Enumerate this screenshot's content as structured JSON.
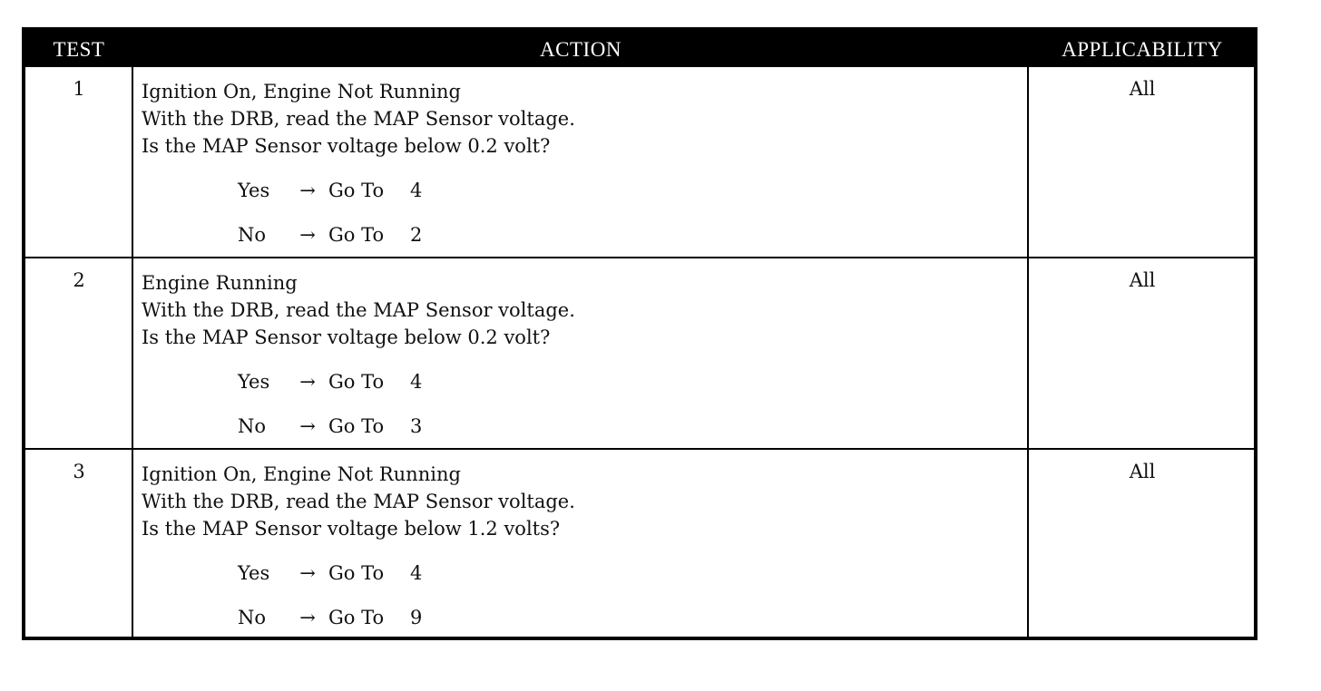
{
  "header": {
    "test": "TEST",
    "action": "ACTION",
    "applicability": "APPLICABILITY"
  },
  "rows": [
    {
      "test": "1",
      "lines": [
        "Ignition On, Engine Not Running",
        "With the DRB, read the MAP Sensor voltage.",
        "Is the MAP Sensor voltage below 0.2 volt?"
      ],
      "yes": {
        "answer": "Yes",
        "arrow": "→",
        "goto": "Go To",
        "target": "4"
      },
      "no": {
        "answer": "No",
        "arrow": "→",
        "goto": "Go To",
        "target": "2"
      },
      "applicability": "All"
    },
    {
      "test": "2",
      "lines": [
        "Engine Running",
        "With the DRB, read the MAP Sensor voltage.",
        "Is the MAP Sensor voltage below 0.2 volt?"
      ],
      "yes": {
        "answer": "Yes",
        "arrow": "→",
        "goto": "Go To",
        "target": "4"
      },
      "no": {
        "answer": "No",
        "arrow": "→",
        "goto": "Go To",
        "target": "3"
      },
      "applicability": "All"
    },
    {
      "test": "3",
      "lines": [
        "Ignition On, Engine Not Running",
        "With the DRB, read the MAP Sensor voltage.",
        "Is the MAP Sensor voltage below 1.2 volts?"
      ],
      "yes": {
        "answer": "Yes",
        "arrow": "→",
        "goto": "Go To",
        "target": "4"
      },
      "no": {
        "answer": "No",
        "arrow": "→",
        "goto": "Go To",
        "target": "9"
      },
      "applicability": "All"
    }
  ]
}
